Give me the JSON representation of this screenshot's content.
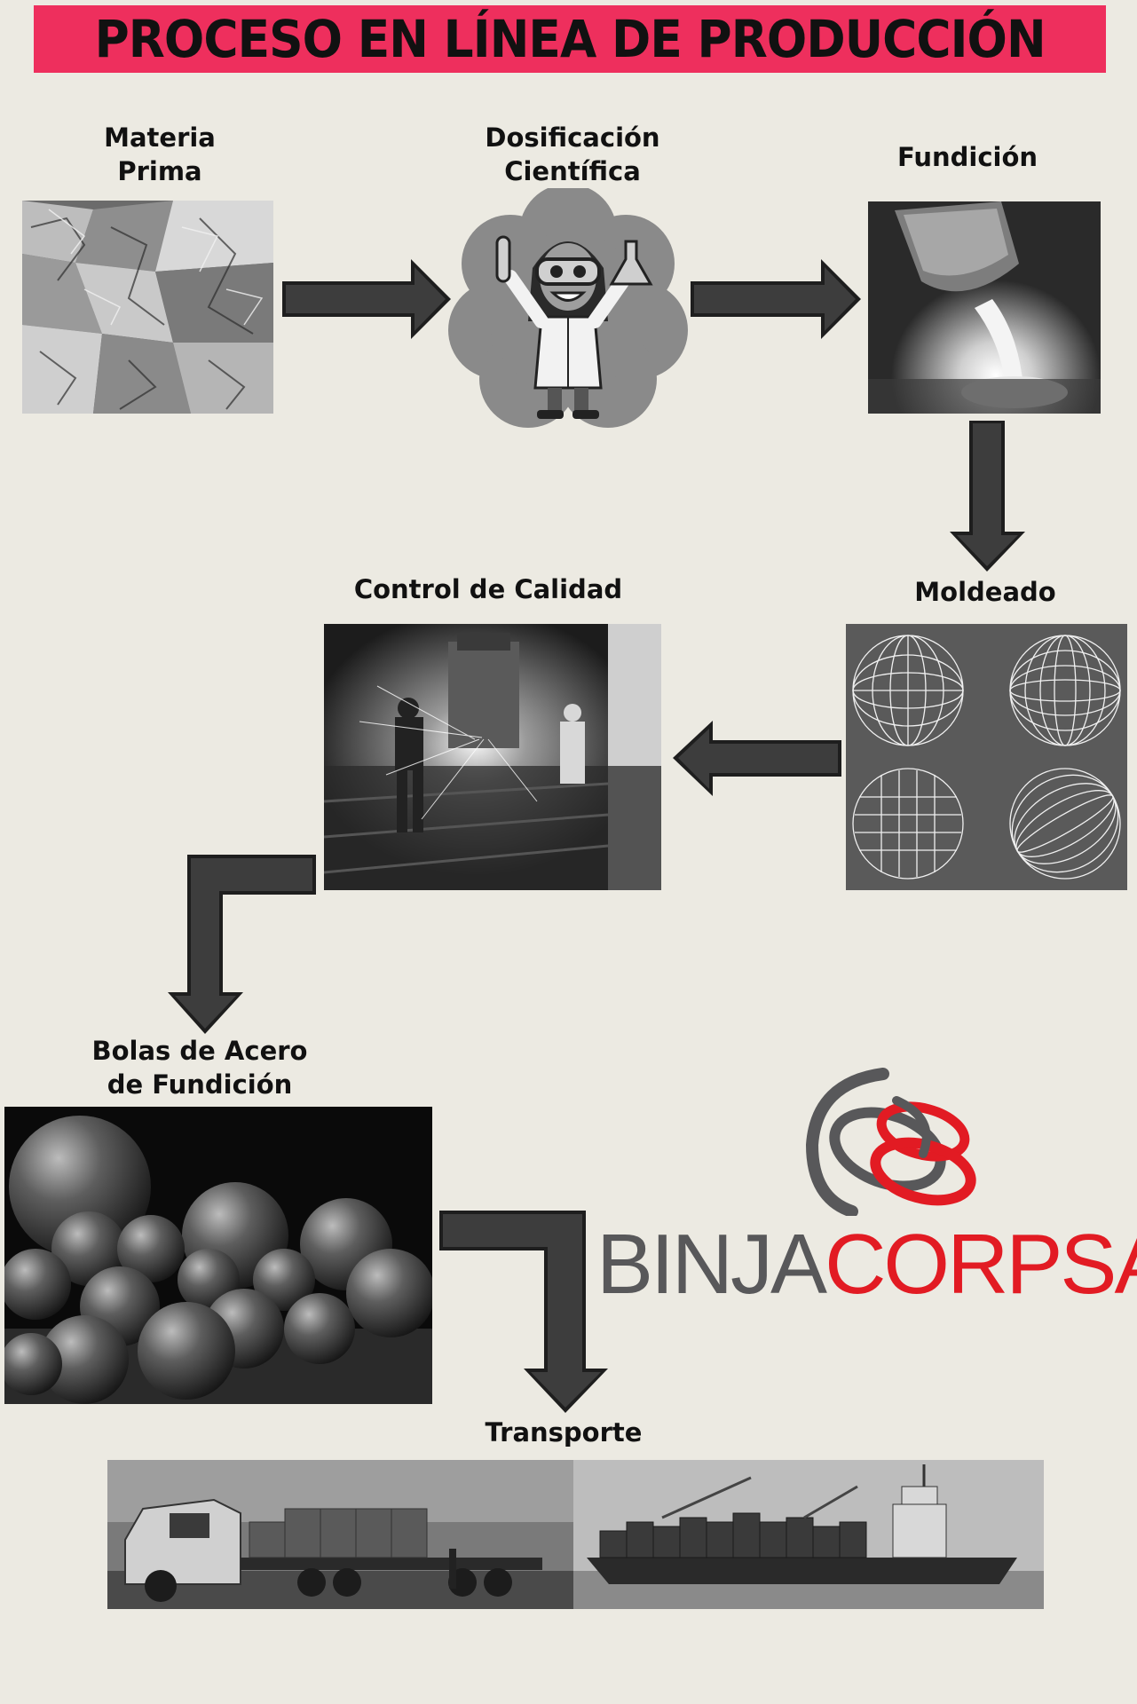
{
  "title": "PROCESO EN LÍNEA DE PRODUCCIÓN",
  "steps": {
    "materia_prima": "Materia\nPrima",
    "dosificacion": "Dosificación\nCientífica",
    "fundicion": "Fundición",
    "moldeado": "Moldeado",
    "control": "Control de Calidad",
    "bolas": "Bolas de Acero\nde Fundición",
    "transporte": "Transporte"
  },
  "logo": {
    "part1": "BINJA",
    "part2": "CORPSA",
    "registered": "®",
    "colors": {
      "gray": "#58585a",
      "red": "#e21b23"
    }
  },
  "colors": {
    "banner": "#ee2f5d",
    "arrow": "#3d3d3d",
    "background": "#eceae2"
  }
}
